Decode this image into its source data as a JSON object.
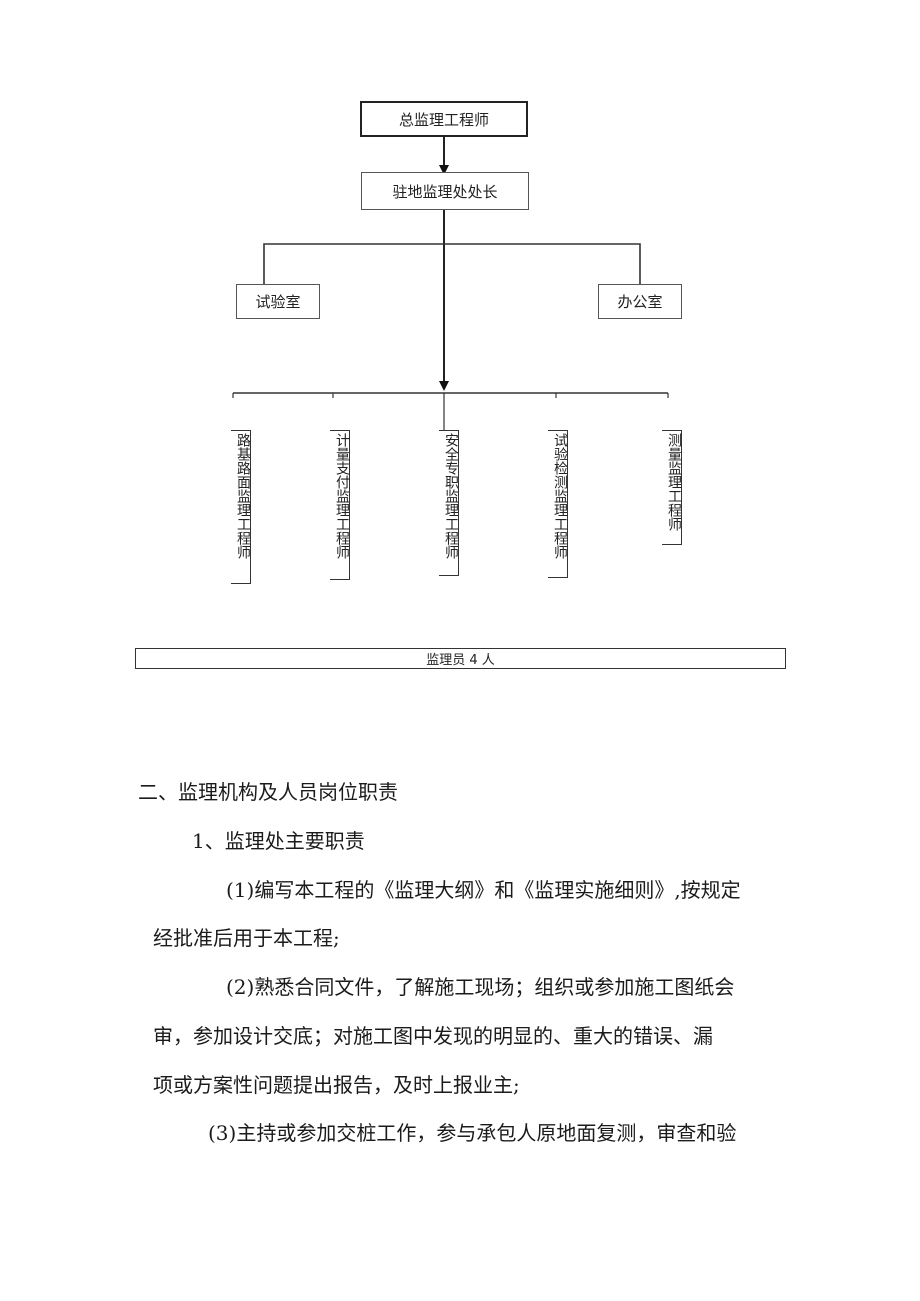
{
  "org_chart": {
    "top": "总监理工程师",
    "second": "驻地监理处处长",
    "left_office": "试验室",
    "right_office": "办公室",
    "engineers": [
      "路基路面监理工程师",
      "计量支付监理工程师",
      "安全专职监理工程师",
      "试验检测监理工程师",
      "测量监理工程师"
    ],
    "staff": "监理员 4 人"
  },
  "body": {
    "section_heading": "二、监理机构及人员岗位职责",
    "subsection_heading": "1、监理处主要职责",
    "item1_line1": "(1)编写本工程的《监理大纲》和《监理实施细则》,按规定",
    "item1_line2": "经批准后用于本工程;",
    "item2_line1": "(2)熟悉合同文件，了解施工现场；组织或参加施工图纸会",
    "item2_line2": "审，参加设计交底；对施工图中发现的明显的、重大的错误、漏",
    "item2_line3": "项或方案性问题提出报告，及时上报业主;",
    "item3_line1": "(3)主持或参加交桩工作，参与承包人原地面复测，审查和验"
  }
}
